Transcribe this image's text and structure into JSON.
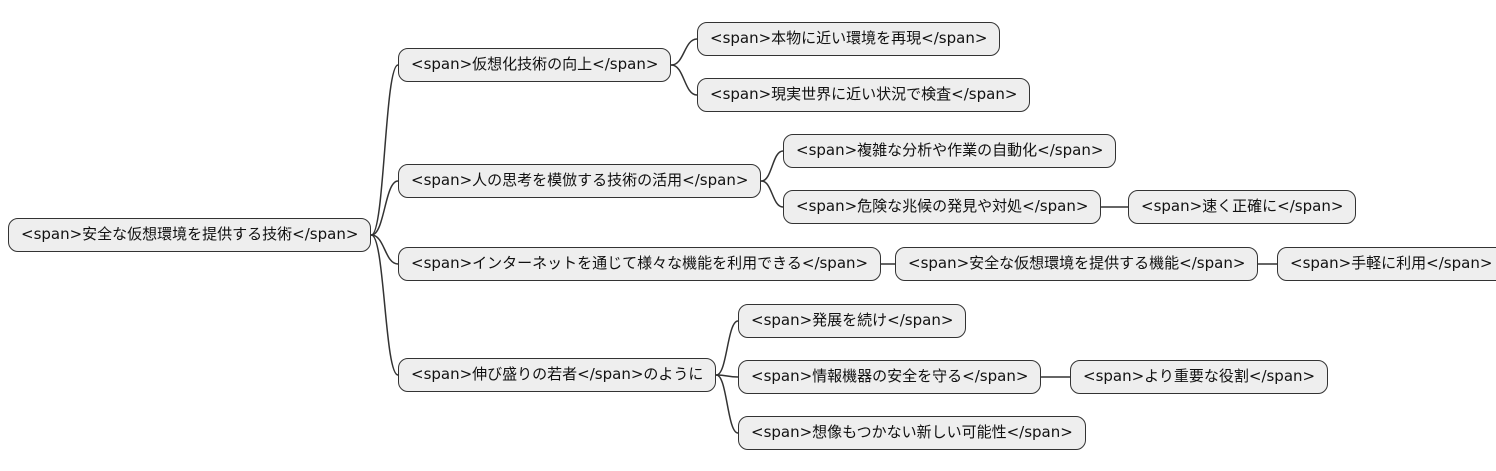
{
  "diagram": {
    "type": "mindmap",
    "direction": "left-to-right",
    "colors": {
      "background": "#ffffff",
      "node_fill": "#eeeeee",
      "node_border": "#333333",
      "edge": "#333333",
      "text": "#111111"
    },
    "nodes": [
      {
        "id": "root",
        "label": "<span>安全な仮想環境を提供する技術</span>"
      },
      {
        "id": "b1",
        "label": "<span>仮想化技術の向上</span>"
      },
      {
        "id": "b1c1",
        "label": "<span>本物に近い環境を再現</span>"
      },
      {
        "id": "b1c2",
        "label": "<span>現実世界に近い状況で検査</span>"
      },
      {
        "id": "b2",
        "label": "<span>人の思考を模倣する技術の活用</span>"
      },
      {
        "id": "b2c1",
        "label": "<span>複雑な分析や作業の自動化</span>"
      },
      {
        "id": "b2c2",
        "label": "<span>危険な兆候の発見や対処</span>"
      },
      {
        "id": "b2c2g",
        "label": "<span>速く正確に</span>"
      },
      {
        "id": "b3",
        "label": "<span>インターネットを通じて様々な機能を利用できる</span>"
      },
      {
        "id": "b3c",
        "label": "<span>安全な仮想環境を提供する機能</span>"
      },
      {
        "id": "b3cg",
        "label": "<span>手軽に利用</span>"
      },
      {
        "id": "b4",
        "label": "<span>伸び盛りの若者</span>のように"
      },
      {
        "id": "b4c1",
        "label": "<span>発展を続け</span>"
      },
      {
        "id": "b4c2",
        "label": "<span>情報機器の安全を守る</span>"
      },
      {
        "id": "b4c2g",
        "label": "<span>より重要な役割</span>"
      },
      {
        "id": "b4c3",
        "label": "<span>想像もつかない新しい可能性</span>"
      }
    ],
    "edges": [
      [
        "root",
        "b1"
      ],
      [
        "root",
        "b2"
      ],
      [
        "root",
        "b3"
      ],
      [
        "root",
        "b4"
      ],
      [
        "b1",
        "b1c1"
      ],
      [
        "b1",
        "b1c2"
      ],
      [
        "b2",
        "b2c1"
      ],
      [
        "b2",
        "b2c2"
      ],
      [
        "b2c2",
        "b2c2g"
      ],
      [
        "b3",
        "b3c"
      ],
      [
        "b3c",
        "b3cg"
      ],
      [
        "b4",
        "b4c1"
      ],
      [
        "b4",
        "b4c2"
      ],
      [
        "b4c2",
        "b4c2g"
      ],
      [
        "b4",
        "b4c3"
      ]
    ]
  }
}
